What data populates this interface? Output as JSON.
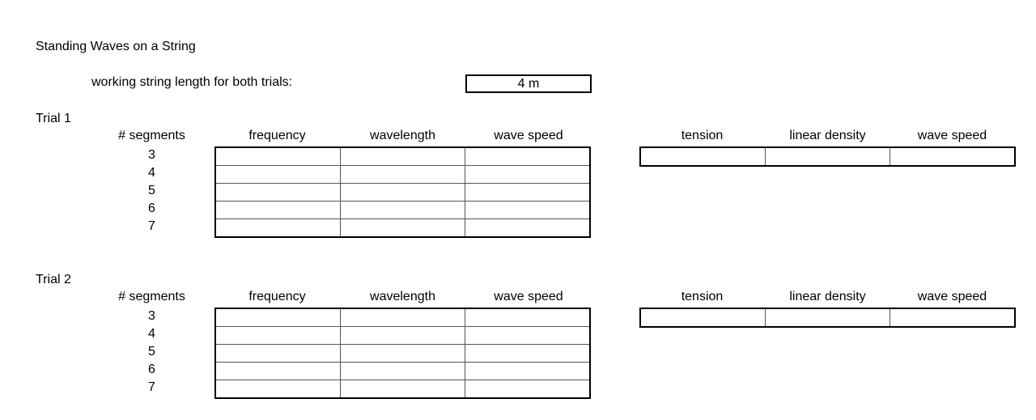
{
  "title": "Standing Waves on a String",
  "string_length": {
    "label": "working string length for both trials:",
    "value": "4 m"
  },
  "trials": [
    {
      "label": "Trial 1",
      "segments_header": "# segments",
      "segment_rows": [
        "3",
        "4",
        "5",
        "6",
        "7"
      ],
      "left_columns": [
        "frequency",
        "wavelength",
        "wave speed"
      ],
      "left_cells": [
        [
          "",
          "",
          ""
        ],
        [
          "",
          "",
          ""
        ],
        [
          "",
          "",
          ""
        ],
        [
          "",
          "",
          ""
        ],
        [
          "",
          "",
          ""
        ]
      ],
      "right_columns": [
        "tension",
        "linear density",
        "wave speed"
      ],
      "right_cells": [
        "",
        "",
        ""
      ]
    },
    {
      "label": "Trial 2",
      "segments_header": "# segments",
      "segment_rows": [
        "3",
        "4",
        "5",
        "6",
        "7"
      ],
      "left_columns": [
        "frequency",
        "wavelength",
        "wave speed"
      ],
      "left_cells": [
        [
          "",
          "",
          ""
        ],
        [
          "",
          "",
          ""
        ],
        [
          "",
          "",
          ""
        ],
        [
          "",
          "",
          ""
        ],
        [
          "",
          "",
          ""
        ]
      ],
      "right_columns": [
        "tension",
        "linear density",
        "wave speed"
      ],
      "right_cells": [
        "",
        "",
        ""
      ]
    }
  ],
  "colors": {
    "background": "#ffffff",
    "text": "#000000",
    "outer_border": "#000000",
    "inner_border": "#555555"
  }
}
